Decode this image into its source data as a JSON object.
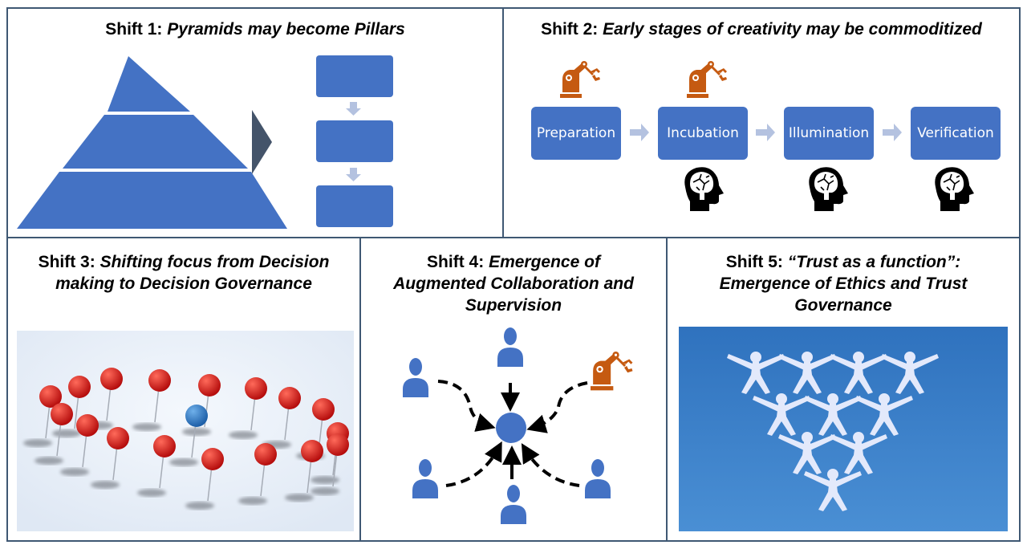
{
  "colors": {
    "primary": "#4472c4",
    "robot": "#c55a11",
    "border": "#3f5873",
    "arrow_light": "#b4c2e0",
    "photo_blue": "#3d7dc5"
  },
  "shift1": {
    "label": "Shift 1:",
    "title": "Pyramids may become Pillars"
  },
  "shift2": {
    "label": "Shift 2:",
    "title": "Early stages of creativity may be commoditized",
    "stages": [
      {
        "name": "Preparation",
        "robot": true,
        "human": false
      },
      {
        "name": "Incubation",
        "robot": true,
        "human": true
      },
      {
        "name": "Illumination",
        "robot": false,
        "human": true
      },
      {
        "name": "Verification",
        "robot": false,
        "human": true
      }
    ]
  },
  "shift3": {
    "label": "Shift 3:",
    "title_line1": "Shifting focus from Decision",
    "title_line2": "making to Decision Governance",
    "image": "red-pins-with-one-blue-pin-photo"
  },
  "shift4": {
    "label": "Shift 4:",
    "title_line1": "Emergence of",
    "title_line2": "Augmented Collaboration and",
    "title_line3": "Supervision"
  },
  "shift5": {
    "label": "Shift 5:",
    "title_line1": "“Trust as a function”:",
    "title_line2": "Emergence of Ethics and Trust",
    "title_line3": "Governance",
    "image": "paper-people-pyramid-photo"
  }
}
